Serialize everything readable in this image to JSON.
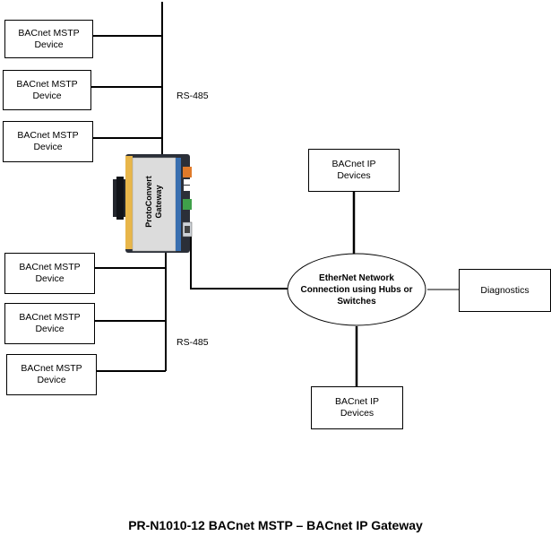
{
  "mstp_devices_top": [
    {
      "label": "BACnet MSTP\nDevice"
    },
    {
      "label": "BACnet MSTP\nDevice"
    },
    {
      "label": "BACnet MSTP\nDevice"
    }
  ],
  "mstp_devices_bottom": [
    {
      "label": "BACnet MSTP\nDevice"
    },
    {
      "label": "BACnet MSTP\nDevice"
    },
    {
      "label": "BACnet MSTP\nDevice"
    }
  ],
  "bus_labels": {
    "top": "RS-485",
    "bottom": "RS-485"
  },
  "gateway": {
    "label": "ProtoConvert\nGateway"
  },
  "network": {
    "label": "EtherNet Network\nConnection using Hubs or\nSwitches"
  },
  "ip_devices_top": {
    "label": "BACnet IP\nDevices"
  },
  "ip_devices_bottom": {
    "label": "BACnet IP\nDevices"
  },
  "diagnostics": {
    "label": "Diagnostics"
  },
  "caption": "PR-N1010-12 BACnet MSTP – BACnet IP Gateway",
  "colors": {
    "line": "#000000",
    "gateway_body": "#2b2f38",
    "gateway_label_panel": "#dcdcdc",
    "gateway_stripe_yellow": "#e8b64a",
    "gateway_stripe_blue": "#3a6fb0",
    "gateway_led_orange": "#e07a2a",
    "gateway_led_green": "#3fa04a"
  }
}
